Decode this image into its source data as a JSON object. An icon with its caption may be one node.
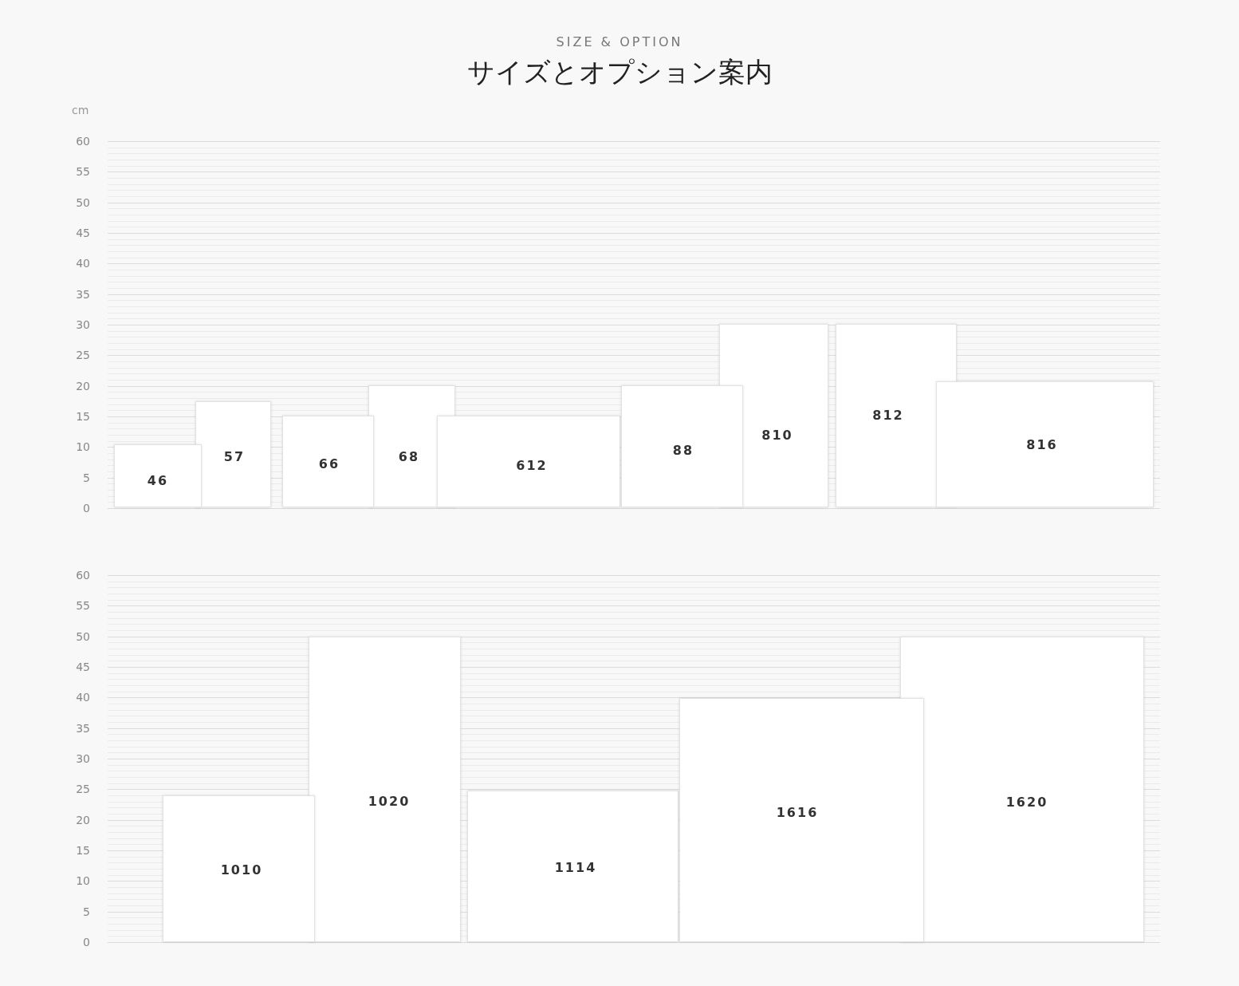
{
  "diagram": {
    "title": "サイズとオプション案内",
    "nodes": [
      {
        "text": [
          "46"
        ]
      },
      {
        "text": [
          "57"
        ]
      },
      {
        "text": [
          "66"
        ]
      },
      {
        "text": [
          "68"
        ]
      },
      {
        "text": [
          "612"
        ]
      },
      {
        "text": [
          "88"
        ]
      },
      {
        "text": [
          "810"
        ]
      },
      {
        "text": [
          "812"
        ]
      },
      {
        "text": [
          "816"
        ]
      },
      {
        "text": [
          "1010"
        ]
      },
      {
        "text": [
          "1020"
        ]
      },
      {
        "text": [
          "1114"
        ]
      },
      {
        "text": [
          "1616"
        ]
      },
      {
        "text": [
          "1620"
        ]
      }
    ],
    "labels": [
      "SIZE & OPTION",
      "cm",
      "60",
      "55",
      "50",
      "45",
      "40",
      "35",
      "30",
      "25",
      "20",
      "15",
      "10",
      "5",
      "0",
      "60",
      "55",
      "50",
      "45",
      "40",
      "35",
      "30",
      "25",
      "20",
      "15",
      "10",
      "5",
      "0"
    ]
  }
}
